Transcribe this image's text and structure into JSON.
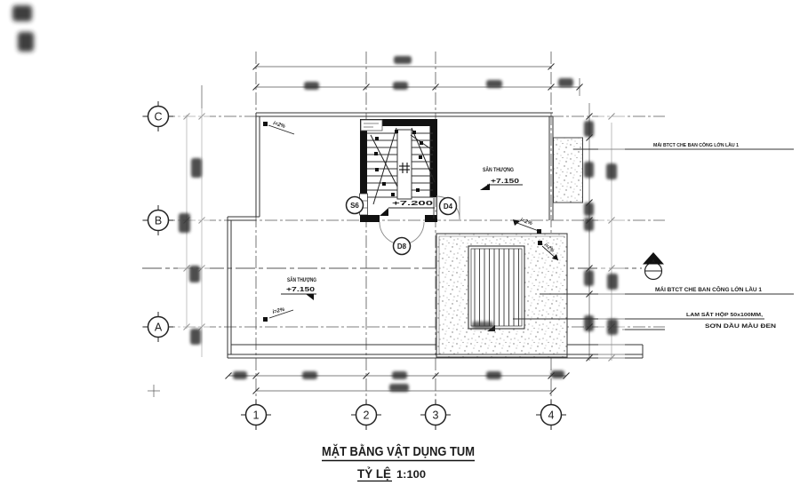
{
  "drawing": {
    "title": "MẶT BẰNG VẬT DỤNG TUM",
    "scale_label": "TỶ LỆ",
    "scale_value": "1:100"
  },
  "grid": {
    "rows": [
      "C",
      "B",
      "A"
    ],
    "cols": [
      "1",
      "2",
      "3",
      "4"
    ]
  },
  "rooms": {
    "terrace_upper": "SÂN THƯỢNG",
    "terrace_lower": "SÂN THƯỢNG"
  },
  "levels": {
    "terrace_upper": "+7.150",
    "terrace_lower": "+7.150",
    "landing": "+7.200"
  },
  "doors": {
    "s6": "S6",
    "d4": "D4",
    "d8": "D8"
  },
  "slope_label": "i=2%",
  "notes": {
    "roof_top": "MÁI BTCT CHE BAN CÔNG LỚN LẦU 1",
    "roof_mid": "MÁI BTCT CHE BAN CÔNG LỚN LẦU 1",
    "louver_1": "LAM SẮT HỘP 50x100MM,",
    "louver_2": "SƠN DẦU MÀU ĐEN"
  },
  "section_marker": "A",
  "colors": {
    "ink": "#1c1c1c",
    "line": "#444444"
  }
}
